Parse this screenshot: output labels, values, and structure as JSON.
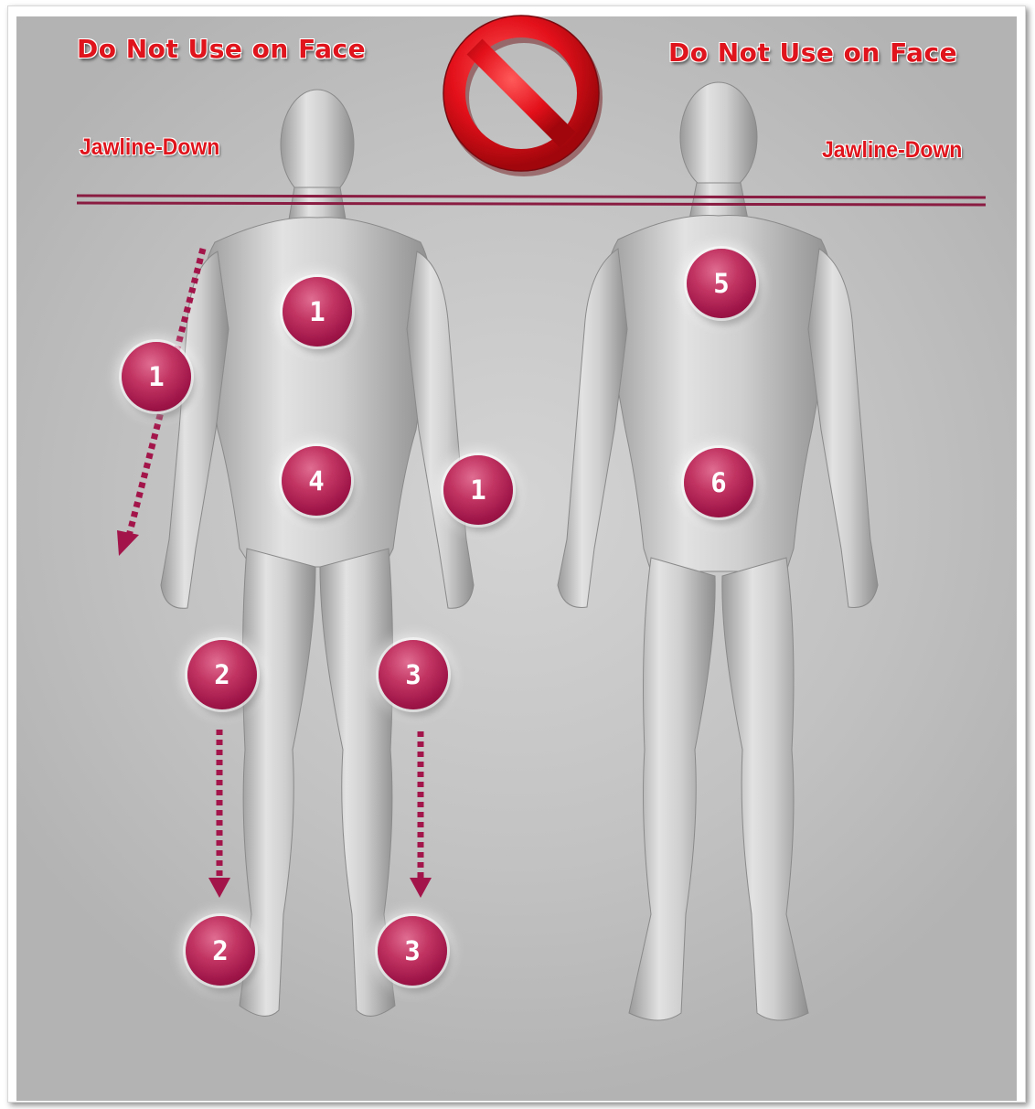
{
  "header": {
    "left_title": "Do Not Use on Face",
    "right_title": "Do Not Use on Face",
    "left_subtitle": "Jawline-Down",
    "right_subtitle": "Jawline-Down"
  },
  "markers": [
    {
      "id": "front-chest",
      "label": "1"
    },
    {
      "id": "front-right-arm",
      "label": "1"
    },
    {
      "id": "front-left-wrist",
      "label": "1"
    },
    {
      "id": "front-abdomen",
      "label": "4"
    },
    {
      "id": "front-right-thigh",
      "label": "2"
    },
    {
      "id": "front-left-thigh",
      "label": "3"
    },
    {
      "id": "front-right-ankle",
      "label": "2"
    },
    {
      "id": "front-left-ankle",
      "label": "3"
    },
    {
      "id": "back-upper",
      "label": "5"
    },
    {
      "id": "back-lower",
      "label": "6"
    }
  ],
  "colors": {
    "warning_red": "#e0141c",
    "marker": "#b0204f",
    "arrow": "#a3154a",
    "jawline": "#8a1c42"
  },
  "icons": {
    "prohibition": "no-symbol-icon"
  }
}
